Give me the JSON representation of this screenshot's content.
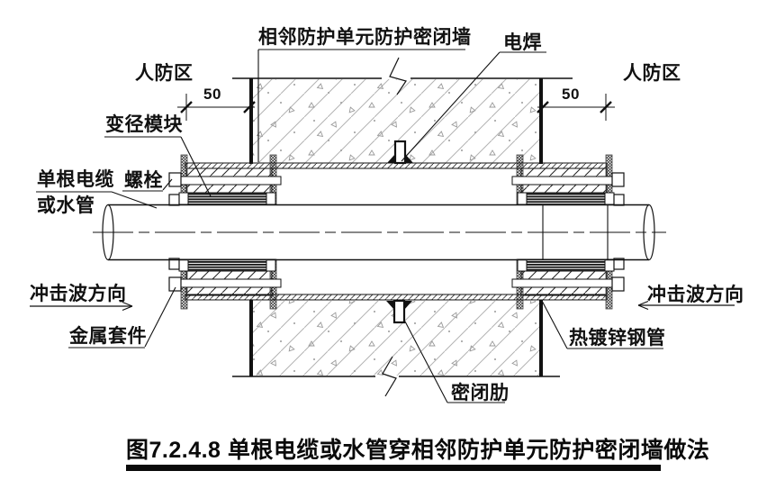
{
  "drawing": {
    "caption": "图7.2.4.8 单根电缆或水管穿相邻防护单元防护密闭墙做法",
    "annotations": {
      "adjacent_wall": "相邻防护单元防护密闭墙",
      "electric_weld": "电焊",
      "civil_defense_zone_left": "人防区",
      "civil_defense_zone_right": "人防区",
      "reducing_module": "变径模块",
      "bolt": "螺栓",
      "single_cable_line1": "单根电缆",
      "single_cable_line2": "或水管",
      "shock_wave_direction_left": "冲击波方向",
      "shock_wave_direction_right": "冲击波方向",
      "metal_sleeve_kit": "金属套件",
      "hot_dip_galvanized_steel_pipe": "热镀锌钢管",
      "sealing_rib": "密闭肋"
    },
    "dimensions": {
      "left_offset": "50",
      "right_offset": "50"
    },
    "colors": {
      "line": "#1a1a1a",
      "concrete_hatch": "#b3b3b3",
      "concrete_speckle": "#9a9a9a",
      "background": "#ffffff"
    }
  }
}
